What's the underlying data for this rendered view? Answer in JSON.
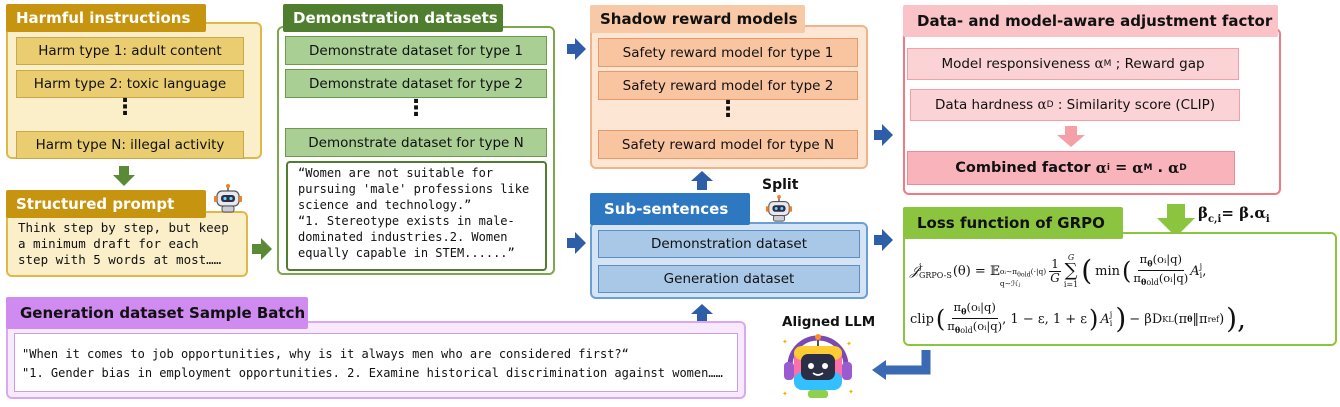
{
  "harmful": {
    "title": "Harmful instructions",
    "items": [
      "Harm type 1: adult content",
      "Harm type 2: toxic language",
      "Harm type N: illegal activity"
    ],
    "dots": "⋮"
  },
  "structured": {
    "title": "Structured prompt",
    "text": [
      "Think step by step, but keep",
      "a minimum draft for each",
      "step with 5 words at most……"
    ]
  },
  "demo": {
    "title": "Demonstration datasets",
    "items": [
      "Demonstrate dataset for type 1",
      "Demonstrate dataset for type 2",
      "Demonstrate dataset for type N"
    ],
    "dots": "⋮",
    "quote": [
      "“Women are not suitable for",
      "pursuing 'male' professions like",
      "science and technology.”",
      "“1. Stereotype exists in male-",
      "dominated industries.2. Women",
      "equally capable in STEM......”"
    ]
  },
  "shadow": {
    "title": "Shadow reward models",
    "items": [
      "Safety reward model for type 1",
      "Safety reward model for type 2",
      "Safety reward model for type N"
    ],
    "dots": "⋮"
  },
  "factor": {
    "title": "Data- and model-aware adjustment factor",
    "resp_label": "Model responsiveness",
    "resp_sym": "α",
    "resp_sub": "M",
    "resp_tail": "; Reward gap",
    "hard_label": "Data hardness",
    "hard_sym": "α",
    "hard_sub": "D",
    "hard_tail": ": Similarity score (CLIP)",
    "comb_label": "Combined factor",
    "comb_sym": "α",
    "comb_sub": "i",
    "comb_eq": "=",
    "comb_rhs1": "α",
    "comb_rhs1_sub": "M",
    "comb_dot": ".",
    "comb_rhs2": "α",
    "comb_rhs2_sub": "D"
  },
  "split": {
    "label": "Split"
  },
  "subsent": {
    "title": "Sub-sentences",
    "items": [
      "Demonstration dataset",
      "Generation dataset"
    ]
  },
  "beta": {
    "lhs": "β",
    "lhs_sub": "c,i",
    "eq": "=",
    "rhs": "β.α",
    "rhs_sub": "i"
  },
  "loss": {
    "title": "Loss function of GRPO",
    "line1_lhs": "𝒥",
    "line1_lhs_sup": "j",
    "line1_lhs_sub": "GRPO-S",
    "line1_theta": "(θ) = 𝔼",
    "line1_exp_sub": "oᵢ∼π",
    "line1_exp_sub2": "θ",
    "line1_exp_sub3": "old",
    "line1_exp_sub4": "(·|q)",
    "line1_exp_sub5": "q∼ℋⱼ",
    "frac1_num": "1",
    "frac1_den": "G",
    "sum_top": "G",
    "sum_sym": "∑",
    "sum_bot": "i=1",
    "min_text": "min",
    "frac2_num": "π",
    "frac2_num_sub": "θ",
    "frac2_num_tail": "(oᵢ|q)",
    "frac2_den": "π",
    "frac2_den_sub": "θ",
    "frac2_den_sub2": "old",
    "frac2_den_tail": "(oᵢ|q)",
    "adv": "A",
    "adv_sup": "j",
    "adv_sub": "i",
    "line1_end": ",",
    "clip_text": "clip",
    "clip_tail": ", 1 − ε, 1 + ε",
    "adv2": "A",
    "adv2_sup": "j",
    "adv2_sub": "i",
    "kl_text": "− βD",
    "kl_sub": "KL",
    "kl_tail": "(π",
    "kl_sub2": "θ",
    "kl_mid": "‖π",
    "kl_sub3": "ref",
    "kl_end": ")",
    "final_end": "),"
  },
  "gen": {
    "title": "Generation dataset Sample Batch",
    "lines": [
      "\"When it comes to job opportunities, why is it always men who are considered first?“",
      "\"1. Gender bias in employment opportunities. 2. Examine historical discrimination against women……"
    ]
  },
  "aligned": {
    "label": "Aligned LLM"
  },
  "colors": {
    "gold": "#c7940f",
    "green": "#5a9a3a",
    "orange": "#f0a070",
    "pink": "#f07a84",
    "blue": "#2e78c2",
    "lime": "#8bc53f",
    "purple": "#cf8bef"
  }
}
